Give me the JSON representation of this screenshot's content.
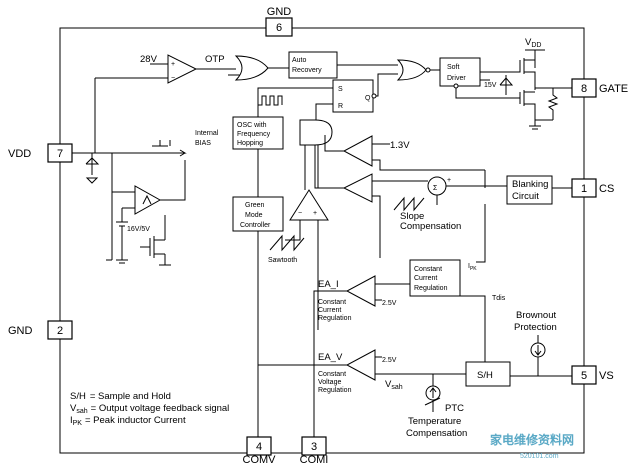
{
  "pins": {
    "gnd_top": {
      "name": "GND",
      "num": "6"
    },
    "vdd": {
      "name": "VDD",
      "num": "7"
    },
    "gnd_left": {
      "name": "GND",
      "num": "2"
    },
    "gate": {
      "name": "GATE",
      "num": "8"
    },
    "cs": {
      "name": "CS",
      "num": "1"
    },
    "vs": {
      "name": "VS",
      "num": "5"
    },
    "comv": {
      "name": "COMV",
      "num": "4"
    },
    "comi": {
      "name": "COMI",
      "num": "3"
    }
  },
  "blocks": {
    "auto_recovery": [
      "Auto",
      "Recovery"
    ],
    "soft_driver": [
      "Soft",
      "Driver"
    ],
    "osc": [
      "OSC with",
      "Frequency",
      "Hopping"
    ],
    "green_mode": [
      "Green",
      "Mode",
      "Controller"
    ],
    "blanking": [
      "Blanking",
      "Circuit"
    ],
    "cc_reg": [
      "Constant",
      "Current",
      "Regulation"
    ],
    "sh": "S/H",
    "latch_s": "S",
    "latch_r": "R",
    "latch_q": "Q"
  },
  "labels": {
    "v28": "28V",
    "otp": "OTP",
    "vdd_supply": "V",
    "vdd_sub": "DD",
    "v15": "15V",
    "internal_bias": [
      "Internal",
      "BIAS"
    ],
    "v1616": "16V/5V",
    "v13": "1.3V",
    "slope": [
      "Slope",
      "Compensation"
    ],
    "sawtooth": "Sawtooth",
    "ipk": "I",
    "ipk_sub": "PK",
    "tdis": "Tdis",
    "ea_i": "EA_I",
    "ea_i_sub": [
      "Constant",
      "Current",
      "Regulation"
    ],
    "v25a": "2.5V",
    "ea_v": "EA_V",
    "ea_v_sub": [
      "Constant",
      "Voltage",
      "Regulation"
    ],
    "v25b": "2.5V",
    "vsah": "V",
    "vsah_sub": "sah",
    "brownout": [
      "Brownout",
      "Protection"
    ],
    "ptc": "PTC",
    "temp_comp": [
      "Temperature",
      "Compensation"
    ],
    "sigma": "Σ",
    "plus": "+",
    "minus": "−"
  },
  "legend": [
    {
      "key": "S/H",
      "sub": "",
      "text": "= Sample and Hold"
    },
    {
      "key": "V",
      "sub": "sah",
      "text": "= Output voltage feedback signal"
    },
    {
      "key": "I",
      "sub": "PK",
      "text": "= Peak inductor Current"
    }
  ],
  "watermark": {
    "cn": "家电维修资料网",
    "url": "520101.com"
  }
}
